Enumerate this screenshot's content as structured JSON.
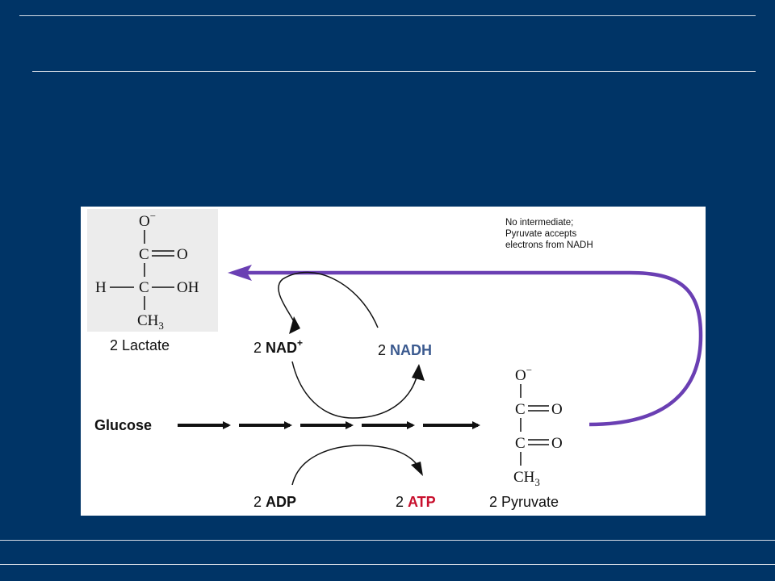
{
  "colors": {
    "background": "#003466",
    "panel": "#ffffff",
    "lactate_box": "#ececec",
    "purple_arrow": "#6a3fb3",
    "red": "#c8102e",
    "blue": "#3b5a8f",
    "black": "#111111"
  },
  "diagram": {
    "glucose": "Glucose",
    "lactate": {
      "label": "2 Lactate",
      "o_minus": "O",
      "minus": "−",
      "c": "C",
      "o": "O",
      "h": "H",
      "oh": "OH",
      "ch3": "CH",
      "sub3": "3"
    },
    "pyruvate": {
      "label": "2 Pyruvate",
      "o_minus": "O",
      "minus": "−",
      "c": "C",
      "o": "O",
      "ch3": "CH",
      "sub3": "3"
    },
    "nad_plus": {
      "coef": "2 ",
      "name": "NAD",
      "charge": "+"
    },
    "nadh": {
      "coef": "2 ",
      "name": "NADH"
    },
    "adp": {
      "coef": "2 ",
      "name": "ADP"
    },
    "atp": {
      "coef": "2 ",
      "name": "ATP"
    },
    "note_lines": [
      "No intermediate;",
      "Pyruvate accepts",
      "electrons from NADH"
    ]
  }
}
